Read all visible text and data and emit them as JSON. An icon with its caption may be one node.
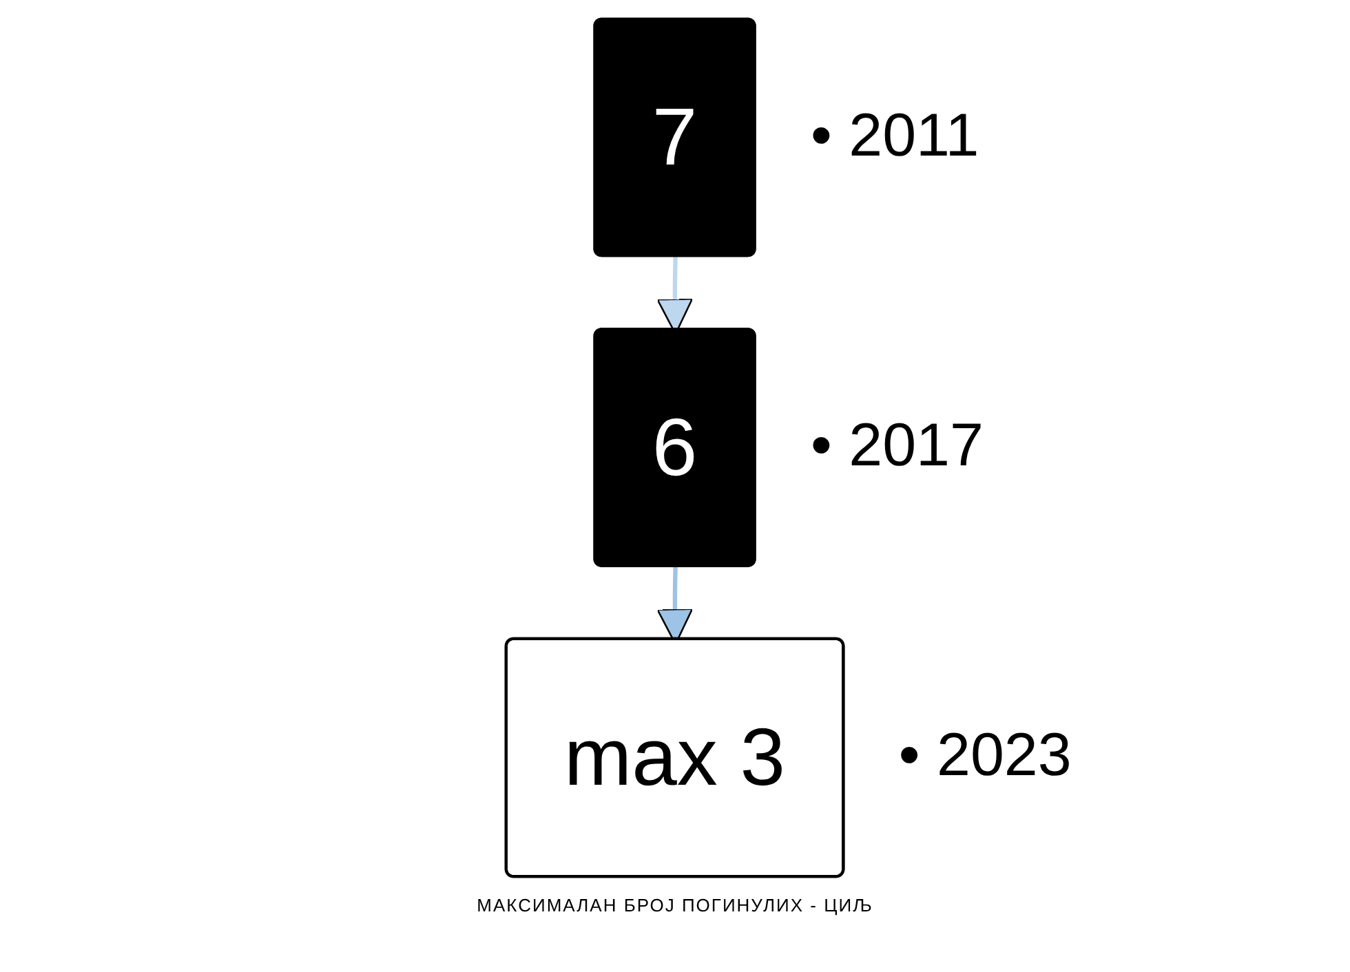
{
  "diagram": {
    "nodes": [
      {
        "text": [
          "7"
        ],
        "beside": [
          "• 2011"
        ]
      },
      {
        "text": [
          "6"
        ],
        "beside": [
          "• 2017"
        ]
      },
      {
        "text": [
          "max 3"
        ],
        "beside": [
          "• 2023"
        ]
      }
    ],
    "edges": [
      {
        "from": 0,
        "to": 1,
        "arrow": "to",
        "color": "#bdd7ee"
      },
      {
        "from": 1,
        "to": 2,
        "arrow": "to",
        "color": "#9dc3e6"
      }
    ],
    "labels": [
      "МАКСИМАЛАН БРОЈ ПОГИНУЛИХ - ЦИЉ"
    ]
  }
}
